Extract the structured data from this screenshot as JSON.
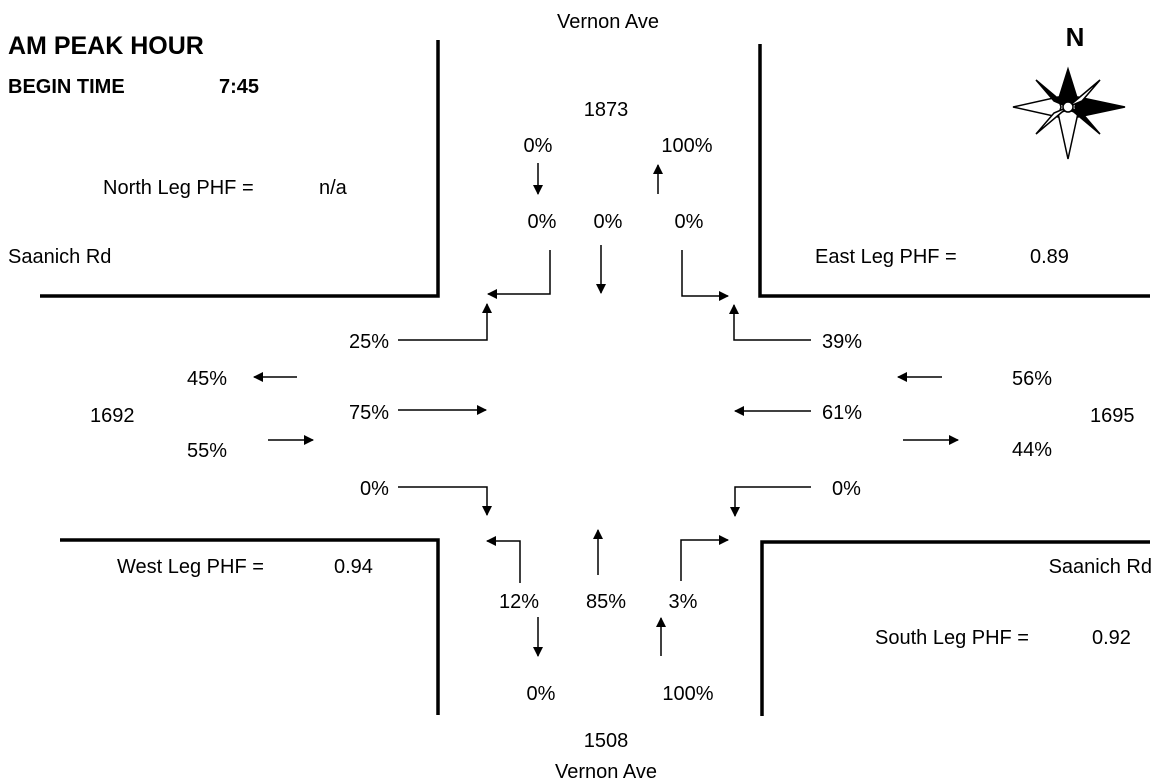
{
  "header": {
    "title": "AM PEAK HOUR",
    "begin_label": "BEGIN TIME",
    "begin_time": "7:45"
  },
  "compass": {
    "label": "N",
    "icon": "compass-rose-icon"
  },
  "streets": {
    "north": "Vernon Ave",
    "south": "Vernon Ave",
    "west": "Saanich Rd",
    "east": "Saanich Rd"
  },
  "phf": {
    "north": {
      "label": "North Leg PHF =",
      "value": "n/a"
    },
    "east": {
      "label": "East Leg PHF =",
      "value": "0.89"
    },
    "west": {
      "label": "West Leg PHF =",
      "value": "0.94"
    },
    "south": {
      "label": "South Leg PHF =",
      "value": "0.92"
    }
  },
  "legs": {
    "north": {
      "total": "1873",
      "inbound_pct": "0%",
      "outbound_pct": "100%",
      "turns": {
        "right": "0%",
        "through": "0%",
        "left": "0%"
      }
    },
    "south": {
      "total": "1508",
      "inbound_pct": "100%",
      "outbound_pct": "0%",
      "turns": {
        "left": "12%",
        "through": "85%",
        "right": "3%"
      }
    },
    "west": {
      "total": "1692",
      "outbound_pct": "45%",
      "inbound_pct": "55%",
      "turns": {
        "left": "25%",
        "through": "75%",
        "right": "0%"
      }
    },
    "east": {
      "total": "1695",
      "inbound_pct": "56%",
      "outbound_pct": "44%",
      "turns": {
        "right": "39%",
        "through": "61%",
        "left": "0%"
      }
    }
  }
}
